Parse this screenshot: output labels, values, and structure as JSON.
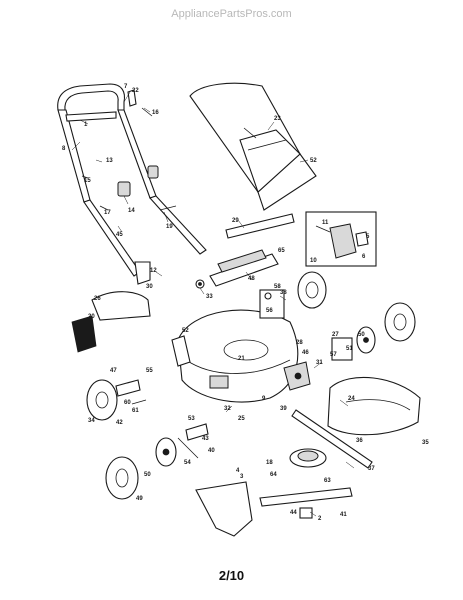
{
  "watermark": "AppliancePartsPros.com",
  "page_number": "2/10",
  "callouts": [
    "1",
    "22",
    "7",
    "16",
    "8",
    "13",
    "15",
    "14",
    "17",
    "19",
    "45",
    "12",
    "10",
    "30",
    "26",
    "20",
    "23",
    "52",
    "29",
    "11",
    "5",
    "6",
    "65",
    "48",
    "33",
    "38",
    "52",
    "21",
    "28",
    "46",
    "31",
    "27",
    "18",
    "47",
    "55",
    "34",
    "60",
    "61",
    "42",
    "32",
    "25",
    "9",
    "39",
    "24",
    "37",
    "43",
    "40",
    "54",
    "50",
    "49",
    "3",
    "44",
    "41",
    "2",
    "35",
    "36",
    "58",
    "56",
    "51",
    "50",
    "57",
    "53",
    "63",
    "64",
    "4"
  ]
}
